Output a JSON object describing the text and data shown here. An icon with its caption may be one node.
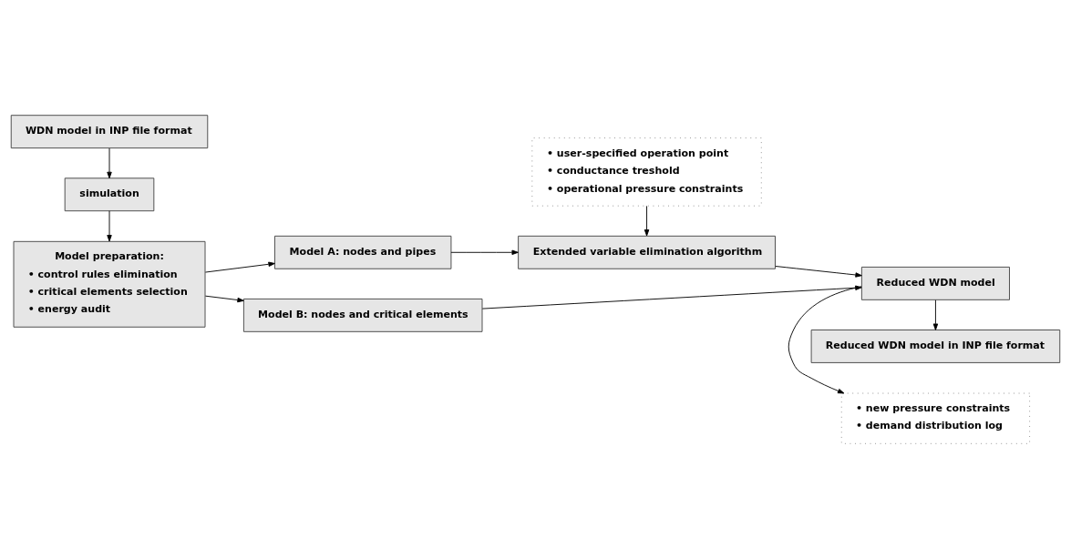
{
  "diagram": {
    "nodes": [
      {
        "text": [
          "WDN model in INP file format"
        ]
      },
      {
        "text": [
          "simulation"
        ]
      },
      {
        "text": [
          "Model preparation:",
          "• control rules elimination",
          "• critical elements selection",
          "• energy audit"
        ]
      },
      {
        "text": [
          "Model A: nodes and pipes"
        ]
      },
      {
        "text": [
          "Model B: nodes and critical elements"
        ]
      },
      {
        "text": [
          "• user-specified operation point",
          "• conductance treshold",
          "• operational pressure constraints"
        ]
      },
      {
        "text": [
          "Extended variable elimination algorithm"
        ]
      },
      {
        "text": [
          "Reduced WDN model in INP file format"
        ]
      },
      {
        "text": [
          "Reduced WDN model"
        ]
      },
      {
        "text": [
          "• new pressure constraints",
          "• demand distribution log"
        ]
      }
    ],
    "edges": [
      {
        "from": 0,
        "to": 1,
        "arrow": "to"
      },
      {
        "from": 1,
        "to": 2,
        "arrow": "to"
      },
      {
        "from": 2,
        "to": 3,
        "arrow": "to"
      },
      {
        "from": 2,
        "to": 4,
        "arrow": "to"
      },
      {
        "from": 3,
        "to": 6,
        "arrow": "to"
      },
      {
        "from": 5,
        "to": 6,
        "arrow": "to"
      },
      {
        "from": 6,
        "to": 8,
        "arrow": "to"
      },
      {
        "from": 4,
        "to": 8,
        "arrow": "to"
      },
      {
        "from": 8,
        "to": 7,
        "arrow": "to"
      },
      {
        "from": 8,
        "to": 9,
        "arrow": "to"
      }
    ]
  }
}
